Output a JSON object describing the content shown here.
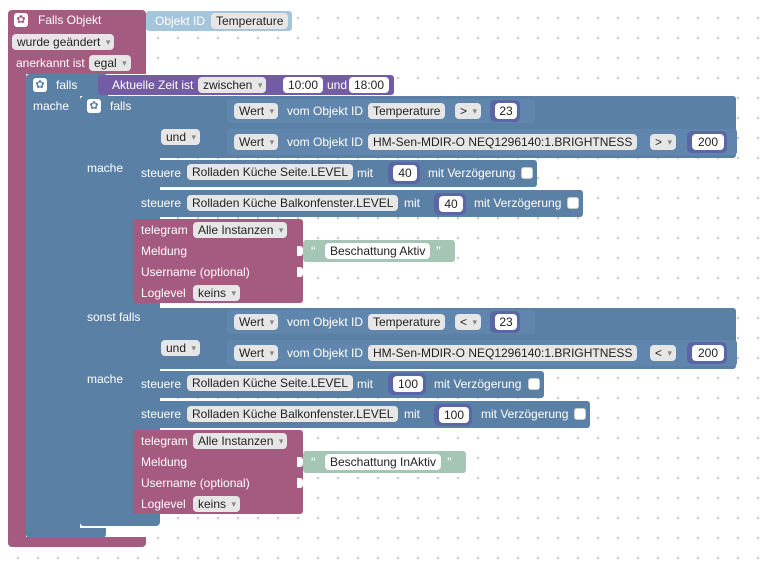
{
  "trigger": {
    "falls_objekt": "Falls Objekt",
    "objekt_id_label": "Objekt ID",
    "objekt_id_value": "Temperature",
    "wurde_geaendert": "wurde geändert",
    "anerkannt_ist": "anerkannt ist",
    "egal": "egal"
  },
  "outer_if": {
    "falls": "falls",
    "mache": "mache",
    "aktuelle_zeit_ist": "Aktuelle Zeit ist",
    "zwischen": "zwischen",
    "time_from": "10:00",
    "und": "und",
    "time_to": "18:00"
  },
  "inner_if": {
    "falls": "falls",
    "und": "und",
    "mache": "mache",
    "sonst_falls": "sonst falls",
    "mache2": "mache"
  },
  "cond1": {
    "wert": "Wert",
    "vom_objekt_id": "vom Objekt ID",
    "obj": "Temperature",
    "op": ">",
    "value": "23"
  },
  "cond2": {
    "wert": "Wert",
    "vom_objekt_id": "vom Objekt ID",
    "obj": "HM-Sen-MDIR-O NEQ1296140:1.BRIGHTNESS",
    "op": ">",
    "value": "200"
  },
  "cond3": {
    "wert": "Wert",
    "vom_objekt_id": "vom Objekt ID",
    "obj": "Temperature",
    "op": "<",
    "value": "23"
  },
  "cond4": {
    "wert": "Wert",
    "vom_objekt_id": "vom Objekt ID",
    "obj": "HM-Sen-MDIR-O NEQ1296140:1.BRIGHTNESS",
    "op": "<",
    "value": "200"
  },
  "set1": {
    "steuere": "steuere",
    "target": "Rolladen Küche Seite.LEVEL",
    "mit": "mit",
    "value": "40",
    "delay": "mit Verzögerung"
  },
  "set2": {
    "steuere": "steuere",
    "target": "Rolladen Küche Balkonfenster.LEVEL",
    "mit": "mit",
    "value": "40",
    "delay": "mit Verzögerung"
  },
  "set3": {
    "steuere": "steuere",
    "target": "Rolladen Küche Seite.LEVEL",
    "mit": "mit",
    "value": "100",
    "delay": "mit Verzögerung"
  },
  "set4": {
    "steuere": "steuere",
    "target": "Rolladen Küche Balkonfenster.LEVEL",
    "mit": "mit",
    "value": "100",
    "delay": "mit Verzögerung"
  },
  "tg1": {
    "telegram": "telegram",
    "instances": "Alle Instanzen",
    "meldung": "Meldung",
    "message": "Beschattung Aktiv",
    "username": "Username (optional)",
    "loglevel": "Loglevel",
    "loglevel_value": "keins"
  },
  "tg2": {
    "telegram": "telegram",
    "instances": "Alle Instanzen",
    "meldung": "Meldung",
    "message": "Beschattung InAktiv",
    "username": "Username (optional)",
    "loglevel": "Loglevel",
    "loglevel_value": "keins"
  },
  "icons": {
    "gear": "gear-icon",
    "quote_open": "open-quote-icon",
    "quote_close": "close-quote-icon"
  },
  "colors": {
    "trigger": "#a55b80",
    "logic": "#5b80a5",
    "time": "#745ba5",
    "text": "#a5c5b5"
  }
}
